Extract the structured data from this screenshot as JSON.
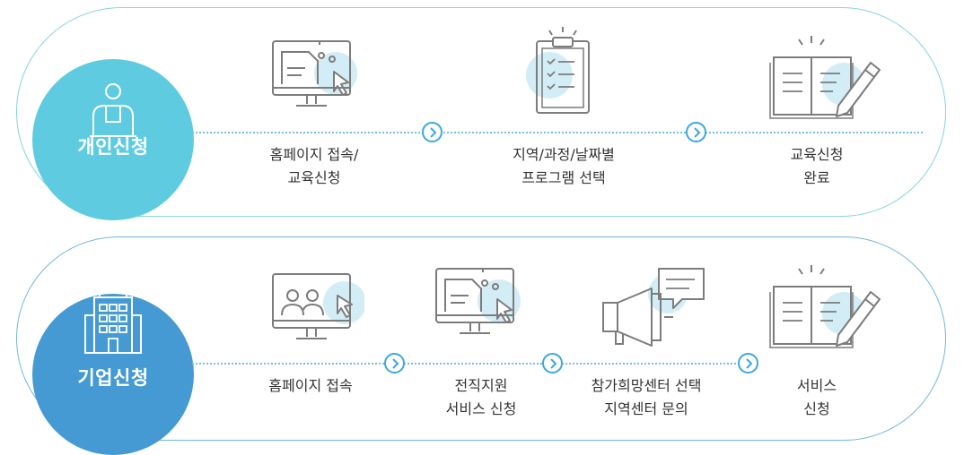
{
  "individual": {
    "title": "개인신청",
    "steps": [
      {
        "icon": "monitor-document-cursor-icon",
        "lines": [
          "홈페이지 접속/",
          "교육신청"
        ]
      },
      {
        "icon": "clipboard-checklist-icon",
        "lines": [
          "지역/과정/날짜별",
          "프로그램 선택"
        ]
      },
      {
        "icon": "open-book-pencil-icon",
        "lines": [
          "교육신청",
          "완료"
        ]
      }
    ]
  },
  "corporate": {
    "title": "기업신청",
    "steps": [
      {
        "icon": "monitor-video-call-icon",
        "lines": [
          "홈페이지 접속",
          ""
        ]
      },
      {
        "icon": "monitor-document-cursor-icon",
        "lines": [
          "전직지원",
          "서비스 신청"
        ]
      },
      {
        "icon": "megaphone-chat-icon",
        "lines": [
          "참가희망센터 선택",
          "지역센터 문의"
        ]
      },
      {
        "icon": "open-book-pencil-icon",
        "lines": [
          "서비스",
          "신청"
        ]
      }
    ]
  },
  "colors": {
    "individual_circle": "#5ecbe0",
    "corporate_circle": "#459ad3",
    "arrow": "#3ca8dd",
    "icon_highlight": "#d3edf6",
    "icon_stroke": "#7c7c7c"
  }
}
